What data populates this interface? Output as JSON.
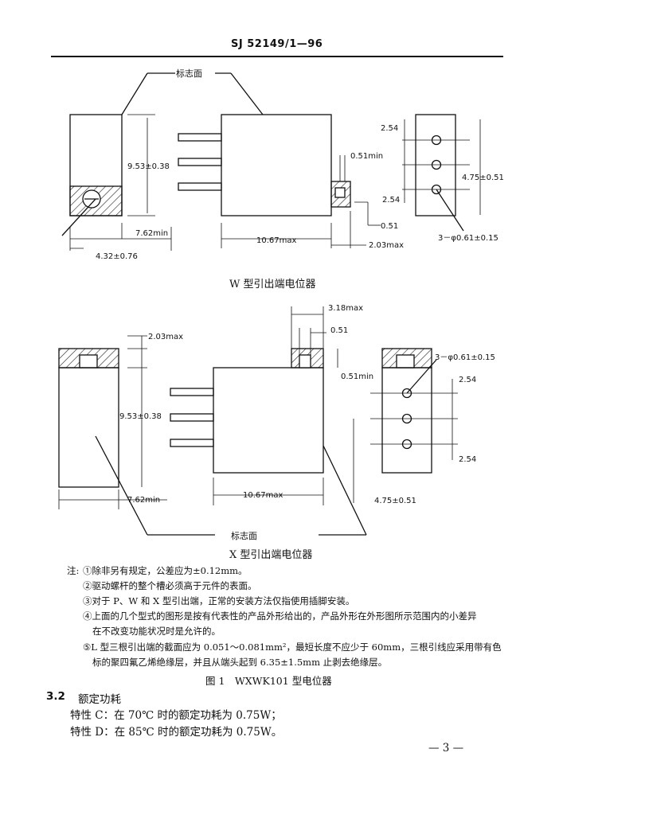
{
  "header": {
    "doc_number": "SJ 52149/1—96"
  },
  "figure_w": {
    "label_marking_face": "标志面",
    "dim_9_53": "9.53±0.38",
    "dim_7_62": "7.62min",
    "dim_4_32": "4.32±0.76",
    "dim_10_67": "10.67max",
    "dim_2_03": "2.03max",
    "dim_0_51_min": "0.51min",
    "dim_0_51": "0.51",
    "dim_2_54_top": "2.54",
    "dim_2_54_bottom": "2.54",
    "dim_4_75": "4.75±0.51",
    "dim_holes": "3－φ0.61±0.15",
    "caption": "W 型引出端电位器"
  },
  "figure_x": {
    "dim_3_18": "3.18max",
    "dim_0_51": "0.51",
    "dim_0_51_min": "0.51min",
    "dim_2_03": "2.03max",
    "dim_holes": "3－φ0.61±0.15",
    "dim_2_54_top": "2.54",
    "dim_2_54_bottom": "2.54",
    "dim_9_53": "9.53±0.38",
    "dim_7_62": "7.62min",
    "dim_10_67": "10.67max",
    "dim_4_75": "4.75±0.51",
    "label_marking_face": "标志面",
    "caption": "X 型引出端电位器"
  },
  "notes": {
    "prefix": "注:",
    "n1": "①除非另有规定，公差应为±0.12mm。",
    "n2": "②驱动螺杆的整个槽必须高于元件的表面。",
    "n3": "③对于 P、W 和 X 型引出端，正常的安装方法仅指使用插脚安装。",
    "n4a": "④上面的几个型式的图形是按有代表性的产品外形给出的，产品外形在外形图所示范围内的小差异",
    "n4b": "在不改变功能状况时是允许的。",
    "n5a": "⑤L 型三根引出端的截面应为 0.051～0.081mm²，最短长度不应少于 60mm，三根引线应采用带有色",
    "n5b": "标的聚四氟乙烯绝缘层，并且从端头起到 6.35±1.5mm 止剥去绝缘层。"
  },
  "figure_caption": "图 1　WXWK101 型电位器",
  "section": {
    "number": "3.2",
    "title": "额定功耗",
    "line1": "特性 C：在 70℃ 时的额定功耗为 0.75W；",
    "line2": "特性 D：在 85℃ 时的额定功耗为 0.75W。"
  },
  "footer": {
    "page": "— 3 —"
  }
}
